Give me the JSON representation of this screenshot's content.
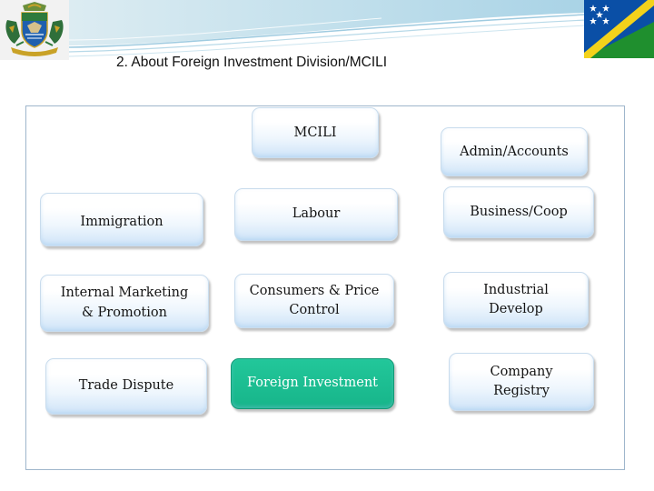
{
  "slide": {
    "title": "2. About Foreign Investment Division/MCILI"
  },
  "org_chart": {
    "root": "MCILI",
    "units": {
      "admin_accounts": "Admin/Accounts",
      "immigration": "Immigration",
      "labour": "Labour",
      "business_coop": "Business/Coop",
      "internal_marketing": "Internal Marketing & Promotion",
      "consumers_price": "Consumers & Price Control",
      "industrial": "Industrial Develop",
      "trade_dispute": "Trade Dispute",
      "foreign_investment": "Foreign Investment",
      "company_registry": "Company Registry"
    },
    "highlighted_unit": "Foreign Investment"
  },
  "colors": {
    "highlight": "#17b58a",
    "box_gradient_bottom": "#cfe4f8",
    "header_band": "#c9e3ef"
  },
  "icons": {
    "emblem": "solomon-islands-coat-of-arms-icon",
    "flag": "solomon-islands-flag-icon"
  }
}
